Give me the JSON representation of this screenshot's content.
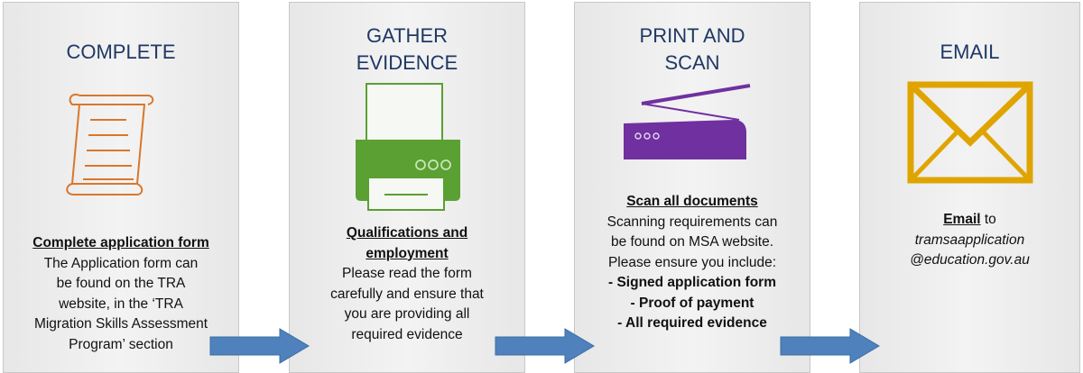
{
  "steps": [
    {
      "title": "COMPLETE",
      "heading": "Complete application form",
      "lines": [
        "The Application form can",
        "be found on the TRA",
        "website, in the ‘TRA",
        "Migration Skills Assessment",
        "Program’ section"
      ]
    },
    {
      "title": "GATHER\nEVIDENCE",
      "heading_lines": [
        "Qualifications and",
        "employment"
      ],
      "lines": [
        "Please read the form",
        "carefully and ensure that",
        "you are providing all",
        "required evidence"
      ]
    },
    {
      "title": "PRINT AND\nSCAN",
      "heading": "Scan all documents",
      "lines": [
        "Scanning requirements can",
        "be found on MSA website.",
        "Please ensure you include:"
      ],
      "bold_lines": [
        "- Signed application form",
        "- Proof of payment",
        "- All required evidence"
      ]
    },
    {
      "title": "EMAIL",
      "heading": "Email",
      "heading_suffix": " to",
      "email_lines": [
        "tramsaapplication",
        "@education.gov.au"
      ]
    }
  ],
  "colors": {
    "title": "#1f3864",
    "document_icon": "#d9772b",
    "printer_icon": "#5aa032",
    "scanner_icon": "#7030a0",
    "envelope_icon": "#e0a400",
    "arrow": "#4f81bd"
  },
  "icons": [
    "document-icon",
    "printer-icon",
    "scanner-icon",
    "envelope-icon",
    "arrow-right-icon"
  ]
}
